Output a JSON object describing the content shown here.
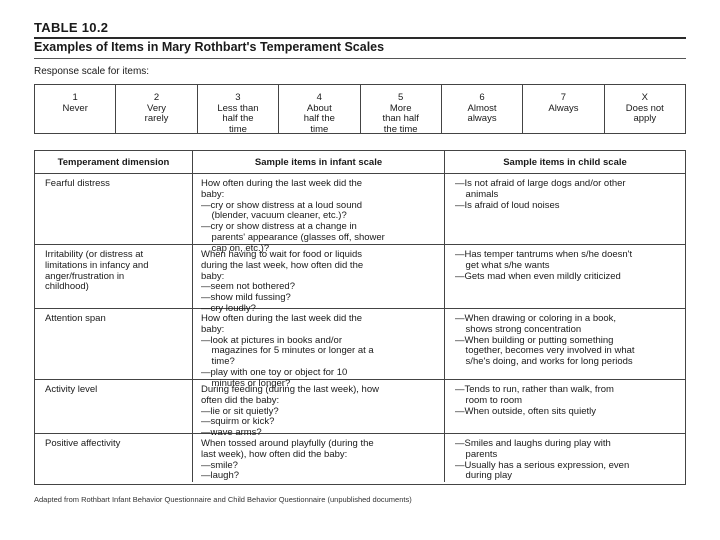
{
  "header": {
    "table_number": "TABLE 10.2",
    "title": "Examples of Items in Mary Rothbart's Temperament Scales"
  },
  "scale": {
    "label": "Response scale for items:",
    "options": [
      {
        "num": "1",
        "text": [
          "Never"
        ]
      },
      {
        "num": "2",
        "text": [
          "Very",
          "rarely"
        ]
      },
      {
        "num": "3",
        "text": [
          "Less than",
          "half the",
          "time"
        ]
      },
      {
        "num": "4",
        "text": [
          "About",
          "half the",
          "time"
        ]
      },
      {
        "num": "5",
        "text": [
          "More",
          "than half",
          "the time"
        ]
      },
      {
        "num": "6",
        "text": [
          "Almost",
          "always"
        ]
      },
      {
        "num": "7",
        "text": [
          "Always"
        ]
      },
      {
        "num": "X",
        "text": [
          "Does not",
          "apply"
        ]
      }
    ]
  },
  "table": {
    "columns": [
      "Temperament dimension",
      "Sample items in infant scale",
      "Sample items in child scale"
    ],
    "rows": [
      {
        "dimension": [
          "Fearful distress"
        ],
        "infant": [
          "How often during the last week did the",
          "baby:",
          "—cry or show distress at a loud sound",
          "    (blender, vacuum cleaner, etc.)?",
          "—cry or show distress at a change in",
          "    parents' appearance (glasses off, shower",
          "    cap on, etc.)?"
        ],
        "child": [
          "—Is not afraid of large dogs and/or other",
          "    animals",
          "—Is afraid of loud noises"
        ]
      },
      {
        "dimension": [
          "Irritability (or distress at",
          "limitations in infancy and",
          "anger/frustration in",
          "childhood)"
        ],
        "infant": [
          "When having to wait for food or liquids",
          "during the last week, how often did the",
          "baby:",
          "—seem not bothered?",
          "—show mild fussing?",
          "—cry loudly?"
        ],
        "child": [
          "—Has temper tantrums when s/he doesn't",
          "    get what s/he wants",
          "—Gets mad when even mildly criticized"
        ]
      },
      {
        "dimension": [
          "Attention span"
        ],
        "infant": [
          "How often during the last week did the",
          "baby:",
          "—look at pictures in books and/or",
          "    magazines for 5 minutes or longer at a",
          "    time?",
          "—play with one toy or object for 10",
          "    minutes or longer?"
        ],
        "child": [
          "—When drawing or coloring in a book,",
          "    shows strong concentration",
          "—When building or putting something",
          "    together, becomes very involved in what",
          "    s/he's doing, and works for long periods"
        ]
      },
      {
        "dimension": [
          "Activity level"
        ],
        "infant": [
          "During feeding (during the last week), how",
          "often did the baby:",
          "—lie or sit quietly?",
          "—squirm or kick?",
          "—wave arms?"
        ],
        "child": [
          "—Tends to run, rather than walk, from",
          "    room to room",
          "—When outside, often sits quietly"
        ]
      },
      {
        "dimension": [
          "Positive affectivity"
        ],
        "infant": [
          "When tossed around playfully (during the",
          "last week), how often did the baby:",
          "—smile?",
          "—laugh?"
        ],
        "child": [
          "—Smiles and laughs during play with",
          "    parents",
          "—Usually has a serious expression, even",
          "    during play"
        ]
      }
    ]
  },
  "source_note": "Adapted from Rothbart Infant Behavior Questionnaire and Child Behavior Questionnaire (unpublished documents)"
}
